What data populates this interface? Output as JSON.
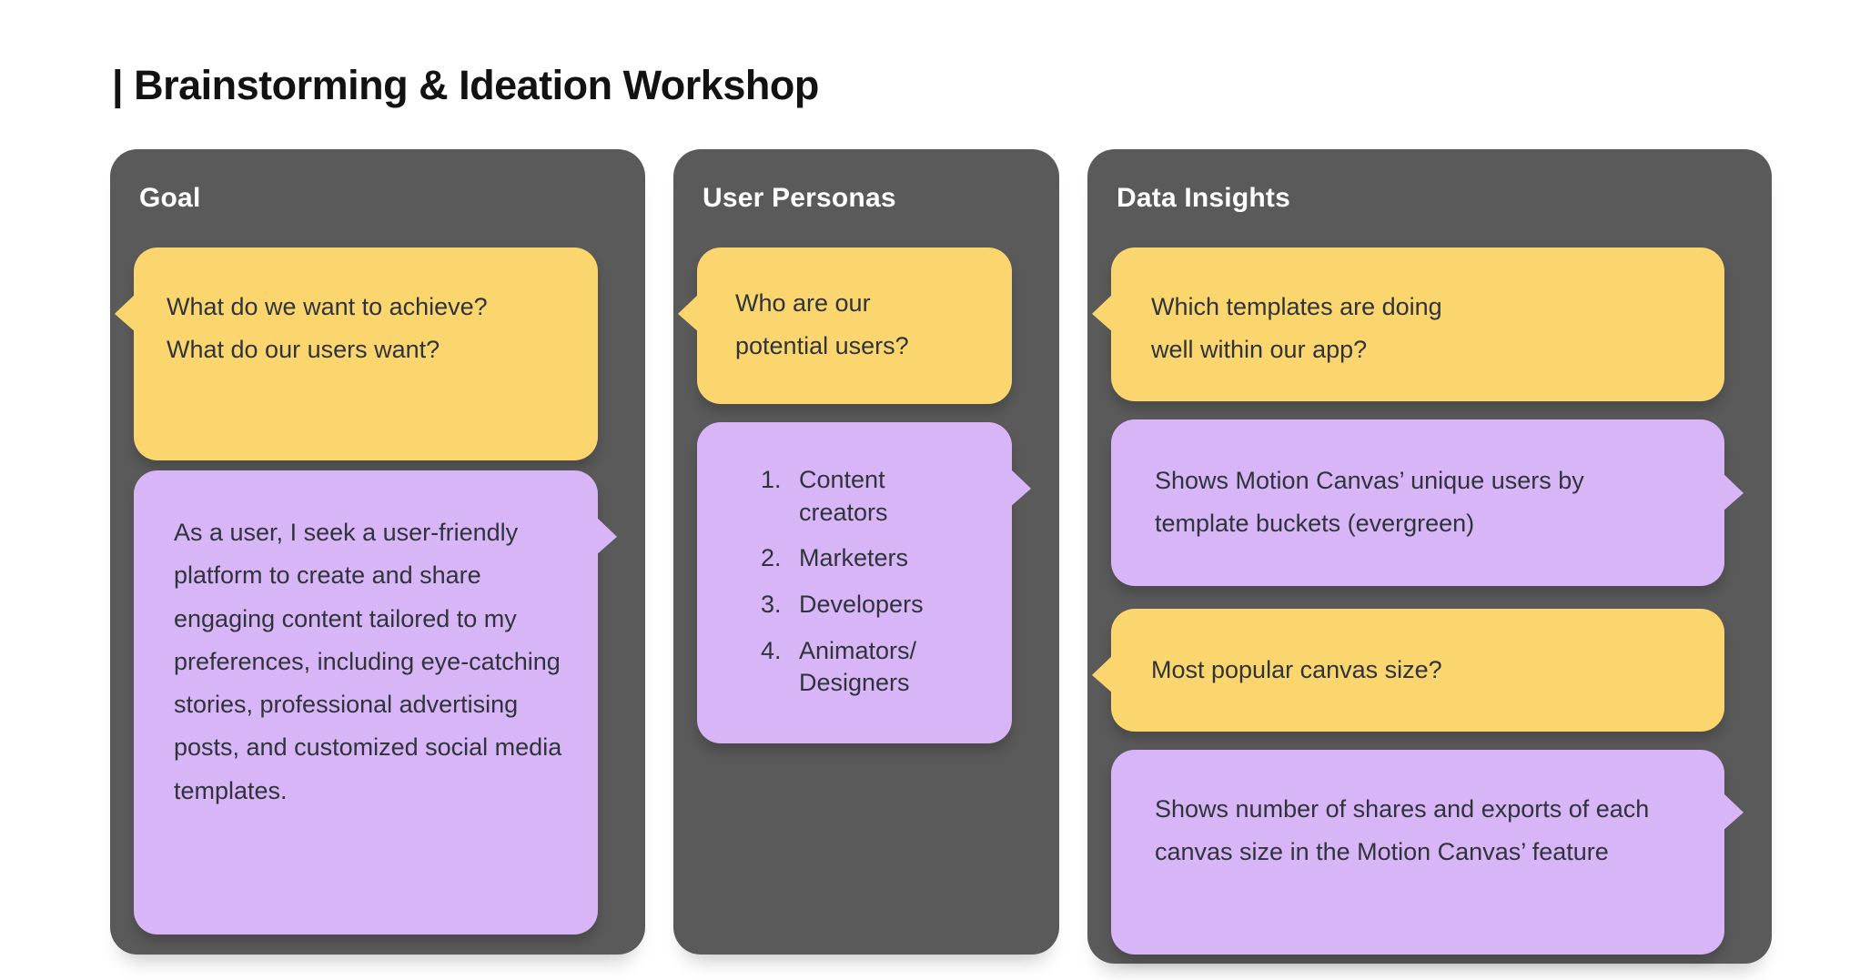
{
  "page": {
    "title": "| Brainstorming & Ideation Workshop"
  },
  "colors": {
    "yellow": "#FBD66E",
    "purple": "#D7B5F7",
    "card-bg": "#5B5A5B",
    "bubble-text": "#2F343A",
    "header-text": "#FFFFFF",
    "page-bg": "#FFFFFF",
    "title-text": "#121212"
  },
  "columns": [
    {
      "header": "Goal",
      "bubbles": [
        {
          "style": "yellow",
          "tail": "left",
          "text": "What do we want to achieve?\nWhat do our users want?"
        },
        {
          "style": "purple",
          "tail": "right",
          "text": "As a user, I seek a user-friendly platform to create and share engaging content tailored to my preferences, including eye-catching stories, professional advertising posts, and customized social media templates."
        }
      ]
    },
    {
      "header": "User Personas",
      "bubbles": [
        {
          "style": "yellow",
          "tail": "left",
          "text": "Who are our\npotential users?"
        },
        {
          "style": "purple",
          "tail": "right",
          "items": [
            "Content creators",
            "Marketers",
            "Developers",
            "Animators/\nDesigners"
          ]
        }
      ]
    },
    {
      "header": "Data Insights",
      "bubbles": [
        {
          "style": "yellow",
          "tail": "left",
          "text": "Which templates are doing\nwell within our app?"
        },
        {
          "style": "purple",
          "tail": "right",
          "text": "Shows Motion Canvas’ unique users by template buckets (evergreen)"
        },
        {
          "style": "yellow",
          "tail": "left",
          "text": "Most popular canvas size?"
        },
        {
          "style": "purple",
          "tail": "right",
          "text": "Shows number of shares and exports of each canvas size in the Motion Canvas’ feature"
        }
      ]
    }
  ]
}
